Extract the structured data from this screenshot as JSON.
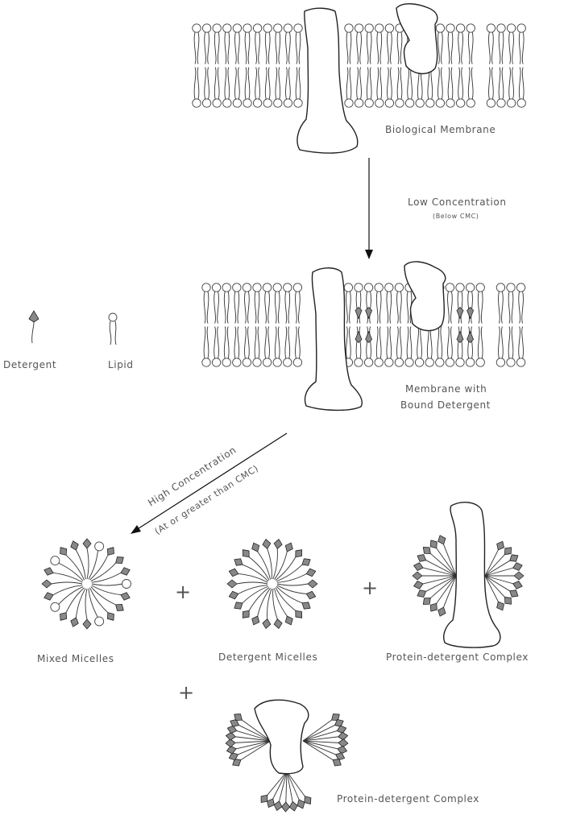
{
  "labels": {
    "biological_membrane": "Biological Membrane",
    "low_concentration": "Low Concentration",
    "below_cmc": "(Below CMC)",
    "membrane_with": "Membrane with",
    "bound_detergent": "Bound Detergent",
    "detergent": "Detergent",
    "lipid": "Lipid",
    "high_concentration": "High Concentration",
    "at_or_greater": "(At or greater than CMC)",
    "mixed_micelles": "Mixed Micelles",
    "detergent_micelles": "Detergent Micelles",
    "protein_detergent_complex_1": "Protein-detergent Complex",
    "protein_detergent_complex_2": "Protein-detergent Complex",
    "plus": "+"
  },
  "colors": {
    "line": "#222222",
    "detergent_head": "#888888",
    "lipid_head": "#ffffff",
    "text": "#555555"
  }
}
